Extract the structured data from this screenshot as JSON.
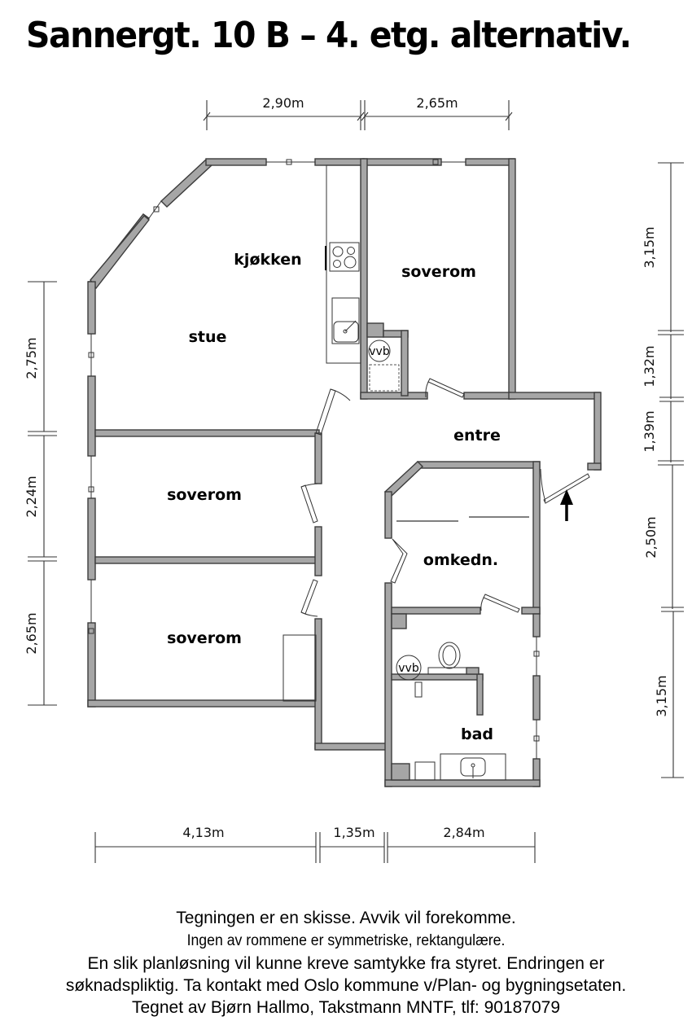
{
  "title": "Sannergt. 10 B – 4. etg. alternativ.",
  "rooms": {
    "kitchen": "kjøkken",
    "living": "stue",
    "bedroom_top_right": "soverom",
    "bedroom_middle_left": "soverom",
    "bedroom_bottom_left": "soverom",
    "hallway": "entre",
    "dressing": "omkedn.",
    "bathroom": "bad",
    "water_heater_1": "vvb",
    "water_heater_2": "vvb"
  },
  "dimensions": {
    "top": [
      "2,90m",
      "2,65m"
    ],
    "bottom": [
      "4,13m",
      "1,35m",
      "2,84m"
    ],
    "left": [
      "2,75m",
      "2,24m",
      "2,65m"
    ],
    "right": [
      "3,15m",
      "1,32m",
      "1,39m",
      "2,50m",
      "3,15m"
    ]
  },
  "icons": {
    "entrance": "entrance-arrow-icon",
    "stove": "stove-icon",
    "kitchen_sink": "sink-icon",
    "toilet": "toilet-icon",
    "bath_sink": "sink-icon"
  },
  "colors": {
    "wall_fill": "#a6a6a6",
    "wall_outline": "#3c3c3c"
  },
  "footer": {
    "line1": "Tegningen er en skisse. Avvik vil forekomme.",
    "line2": "Ingen av rommene er symmetriske, rektangulære.",
    "line3": "En slik planløsning vil kunne kreve samtykke fra styret. Endringen er",
    "line4": "søknadspliktig. Ta kontakt med Oslo kommune v/Plan- og bygningsetaten.",
    "line5": "Tegnet av Bjørn Hallmo, Takstmann MNTF, tlf: 90187079"
  }
}
